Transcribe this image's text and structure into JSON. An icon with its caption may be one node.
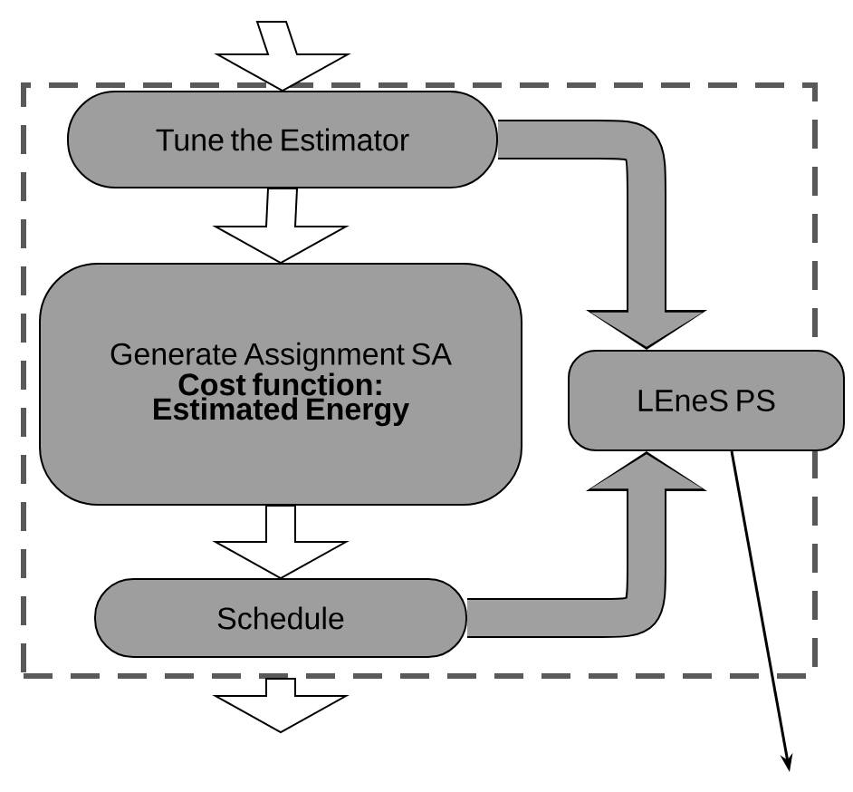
{
  "diagram": {
    "nodes": [
      {
        "text": [],
        "shape": "box"
      },
      {
        "text": [
          "Tune the Estimator"
        ],
        "in": 0
      },
      {
        "text": [
          "Generate Assignment SA",
          "Cost function: Estimated Energy"
        ],
        "in": 0
      },
      {
        "text": [
          "Schedule"
        ],
        "in": 0
      },
      {
        "text": [
          "LEneS PS"
        ]
      }
    ],
    "edges": [
      {
        "from": null,
        "to": 1,
        "arrow": "to"
      },
      {
        "from": 1,
        "to": 2,
        "arrow": "to"
      },
      {
        "from": 2,
        "to": 3,
        "arrow": "to"
      },
      {
        "from": 0,
        "to": null,
        "arrow": "to"
      },
      {
        "from": 1,
        "to": 4,
        "arrow": "to",
        "color": "#a0a0a0"
      },
      {
        "from": 3,
        "to": 4,
        "arrow": "to",
        "color": "#a0a0a0"
      },
      {
        "from": 4,
        "to": null,
        "arrow": "to",
        "color": "#000000"
      }
    ]
  }
}
